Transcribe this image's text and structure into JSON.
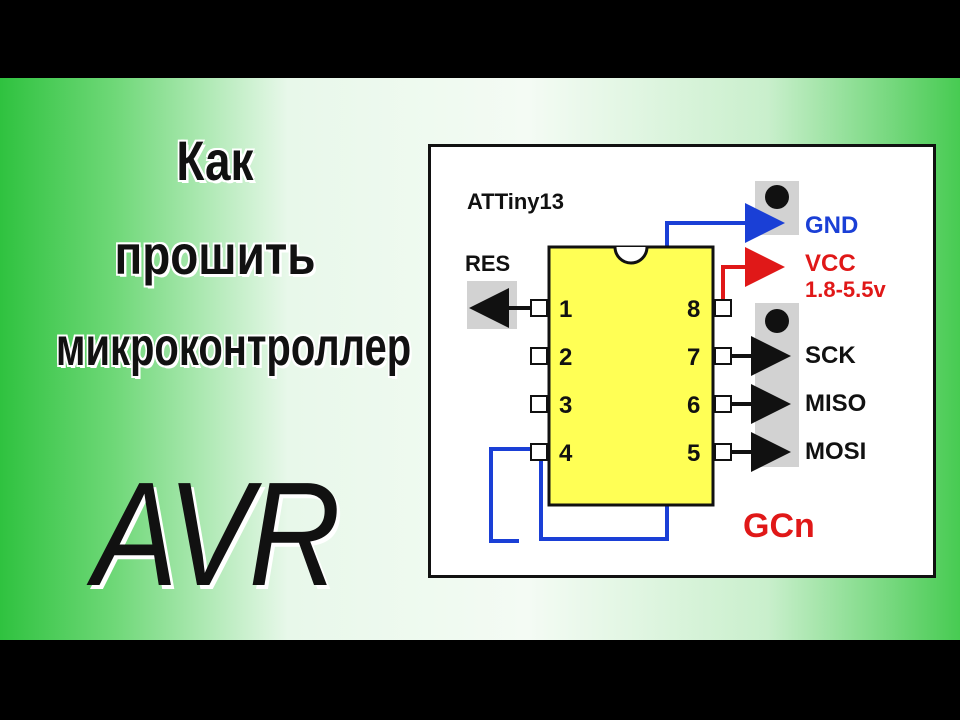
{
  "title": {
    "line1": "Как",
    "line2": "прошить",
    "line3": "микроконтроллер",
    "line4": "AVR"
  },
  "diagram": {
    "chip_name": "ATTiny13",
    "reset_label": "RES",
    "pins": [
      {
        "number": "1",
        "side": "left"
      },
      {
        "number": "2",
        "side": "left"
      },
      {
        "number": "3",
        "side": "left"
      },
      {
        "number": "4",
        "side": "left"
      },
      {
        "number": "5",
        "side": "right"
      },
      {
        "number": "6",
        "side": "right"
      },
      {
        "number": "7",
        "side": "right"
      },
      {
        "number": "8",
        "side": "right"
      }
    ],
    "signals": {
      "gnd": "GND",
      "vcc": "VCC",
      "vcc_range": "1.8-5.5v",
      "sck": "SCK",
      "miso": "MISO",
      "mosi": "MOSI"
    },
    "author_mark": "GCn"
  },
  "colors": {
    "chip_body": "#ffff55",
    "gnd_wire": "#1a3fd6",
    "vcc_wire": "#e01818",
    "author_mark": "#e01818",
    "banner_green": "#2fc23f"
  }
}
